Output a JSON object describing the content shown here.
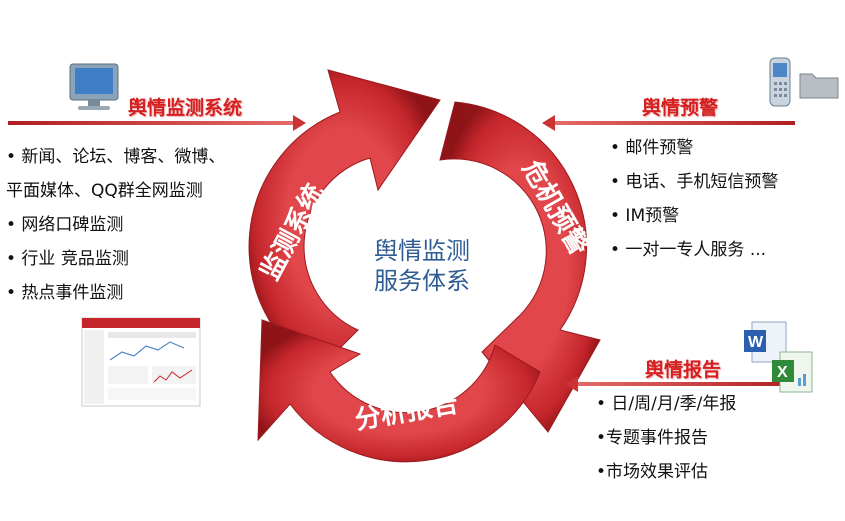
{
  "center": {
    "line1": "舆情监测",
    "line2": "服务体系"
  },
  "cycle": {
    "monitor": "监测系统",
    "warning": "危机预警",
    "report": "分析报告"
  },
  "left": {
    "title": "舆情监测系统",
    "items": [
      "•  新闻、论坛、博客、微博、",
      "平面媒体、QQ群全网监测",
      "•  网络口碑监测",
      "•  行业 竞品监测",
      "•  热点事件监测"
    ]
  },
  "right_top": {
    "title": "舆情预警",
    "items": [
      "•  邮件预警",
      "•  电话、手机短信预警",
      "•  IM预警",
      "•  一对一专人服务 ..."
    ]
  },
  "right_bottom": {
    "title": "舆情报告",
    "items": [
      "• 日/周/月/季/年报",
      "•专题事件报告",
      "•市场效果评估"
    ]
  },
  "colors": {
    "arrow_red": "#c4262b",
    "arrow_dark": "#8e1418",
    "title_red": "#d42020",
    "center_blue": "#2f5d93"
  }
}
